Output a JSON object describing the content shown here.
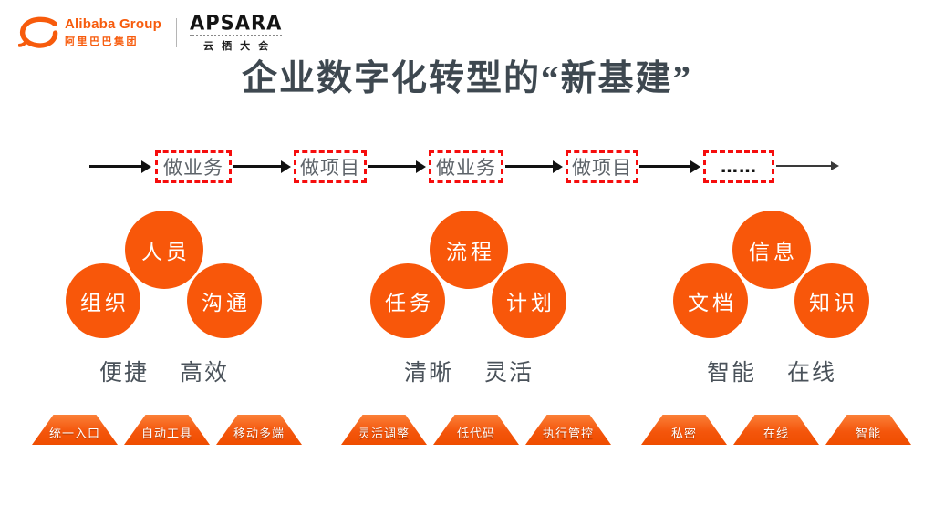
{
  "header": {
    "alibaba_name": "Alibaba Group",
    "alibaba_cn": "阿里巴巴集团",
    "apsara_name": "APSARA",
    "apsara_cn": "云栖大会"
  },
  "title": "企业数字化转型的“新基建”",
  "timeline": {
    "steps": [
      "做业务",
      "做项目",
      "做业务",
      "做项目",
      "……"
    ]
  },
  "clusters": [
    {
      "top": "人员",
      "left": "组织",
      "right": "沟通",
      "keywords": [
        "便捷",
        "高效"
      ],
      "features": [
        "统一入口",
        "自动工具",
        "移动多端"
      ]
    },
    {
      "top": "流程",
      "left": "任务",
      "right": "计划",
      "keywords": [
        "清晰",
        "灵活"
      ],
      "features": [
        "灵活调整",
        "低代码",
        "执行管控"
      ]
    },
    {
      "top": "信息",
      "left": "文档",
      "right": "知识",
      "keywords": [
        "智能",
        "在线"
      ],
      "features": [
        "私密",
        "在线",
        "智能"
      ]
    }
  ],
  "colors": {
    "brand_orange": "#F8570A",
    "dashed_red": "#F60D0D",
    "arrow_black": "#111111",
    "title_gray": "#3E4850",
    "keyword_gray": "#4A525A"
  }
}
